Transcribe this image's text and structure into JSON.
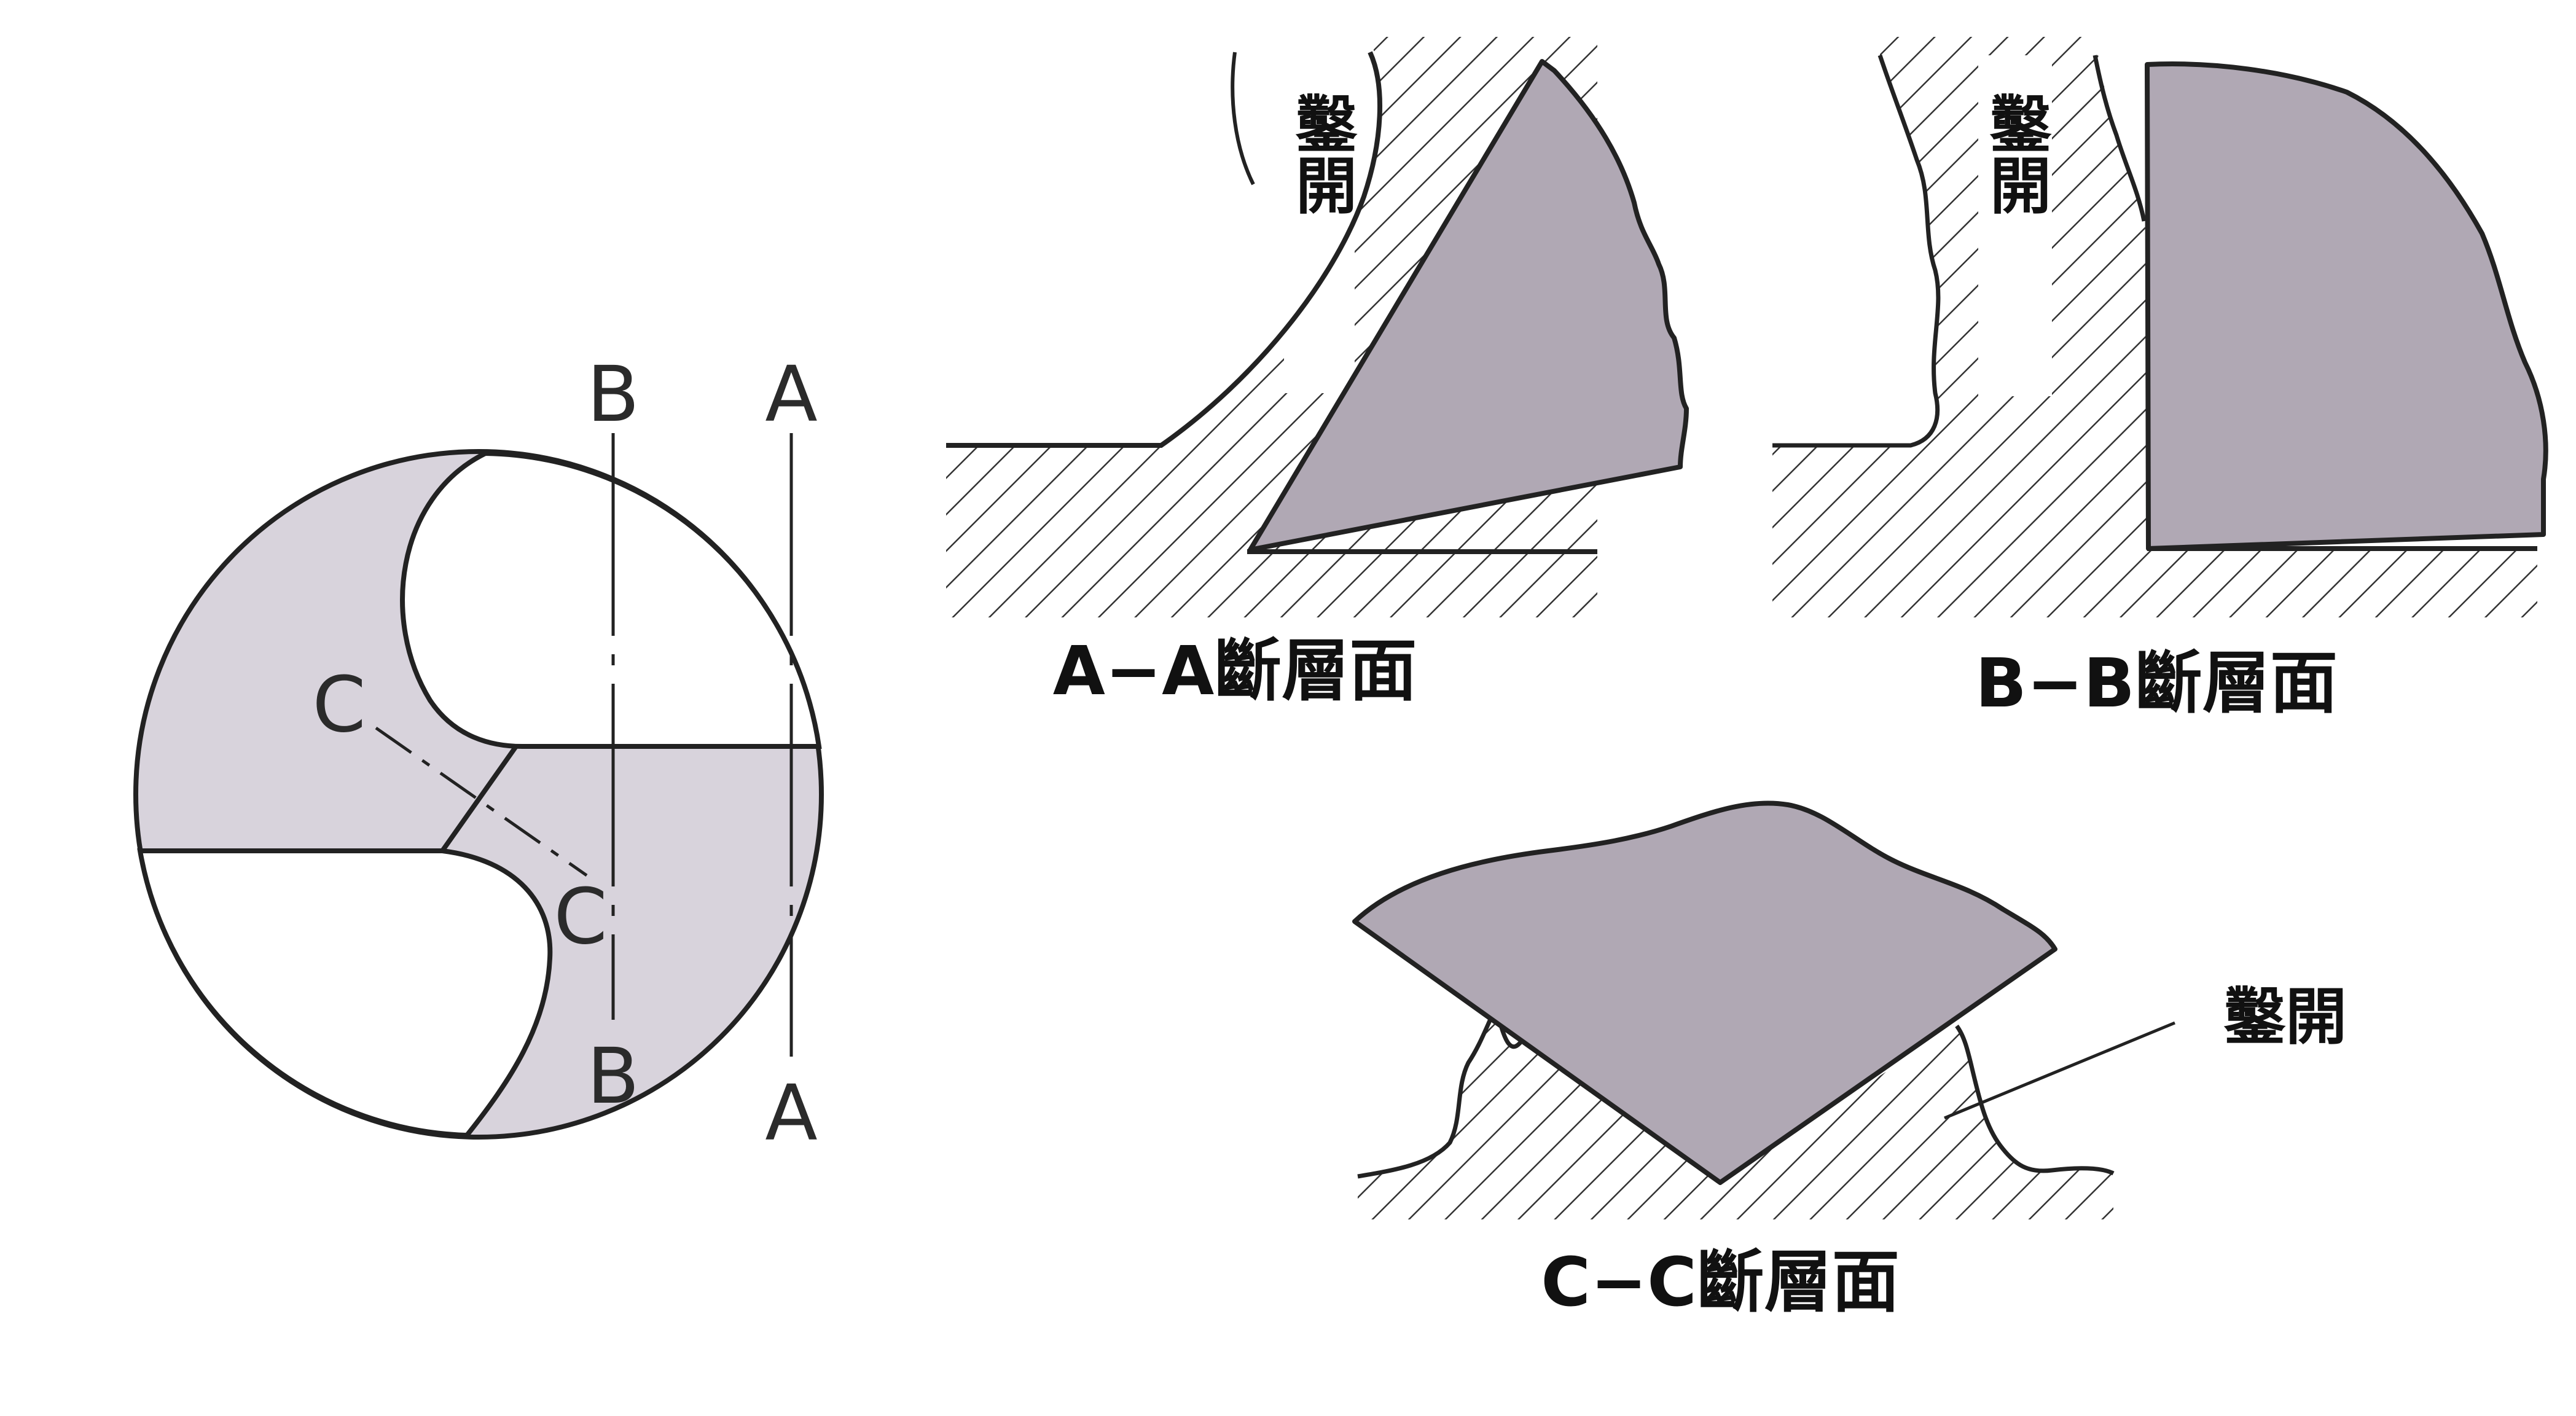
{
  "drill_end_view": {
    "section_letters": {
      "b_top": "B",
      "a_top": "A",
      "b_bottom": "B",
      "a_bottom": "A",
      "c_upper": "C",
      "c_lower": "C"
    }
  },
  "section_aa": {
    "caption": "A−A斷層面",
    "crack_label": "鑿開"
  },
  "section_bb": {
    "caption": "B−B斷層面",
    "crack_label": "鑿開"
  },
  "section_cc": {
    "caption": "C−C斷層面",
    "crack_label": "鑿開"
  },
  "colors": {
    "outline": "#222222",
    "face_fill": "#d8d3dc",
    "chip_fill": "#b0a8b4",
    "hatch": "#333333",
    "background": "#ffffff"
  }
}
